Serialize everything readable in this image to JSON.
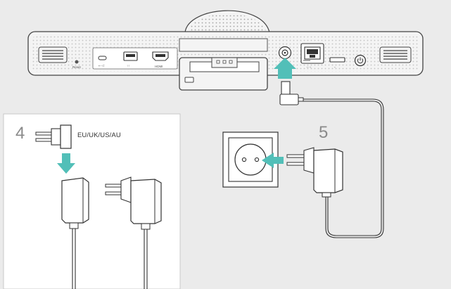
{
  "steps": {
    "adapter_step_number": "4",
    "connect_step_number": "5"
  },
  "adapter": {
    "plug_types": "EU/UK/US/AU"
  },
  "device_ports": {
    "reset": "Reset",
    "hdmi": "HDMI"
  },
  "icons": [
    "speaker-grille-icon",
    "usb-c-port-icon",
    "usb-a-port-icon",
    "hdmi-port-icon",
    "dc-power-port-icon",
    "ethernet-port-icon",
    "micro-sd-port-icon",
    "power-button-icon",
    "arrow-icon",
    "wall-socket-icon",
    "power-adapter-icon",
    "plug-head-icon"
  ],
  "colors": {
    "arrow": "#52bfb8",
    "background": "#ebebeb",
    "outline": "#333333",
    "device_body": "#f4f4f4"
  }
}
